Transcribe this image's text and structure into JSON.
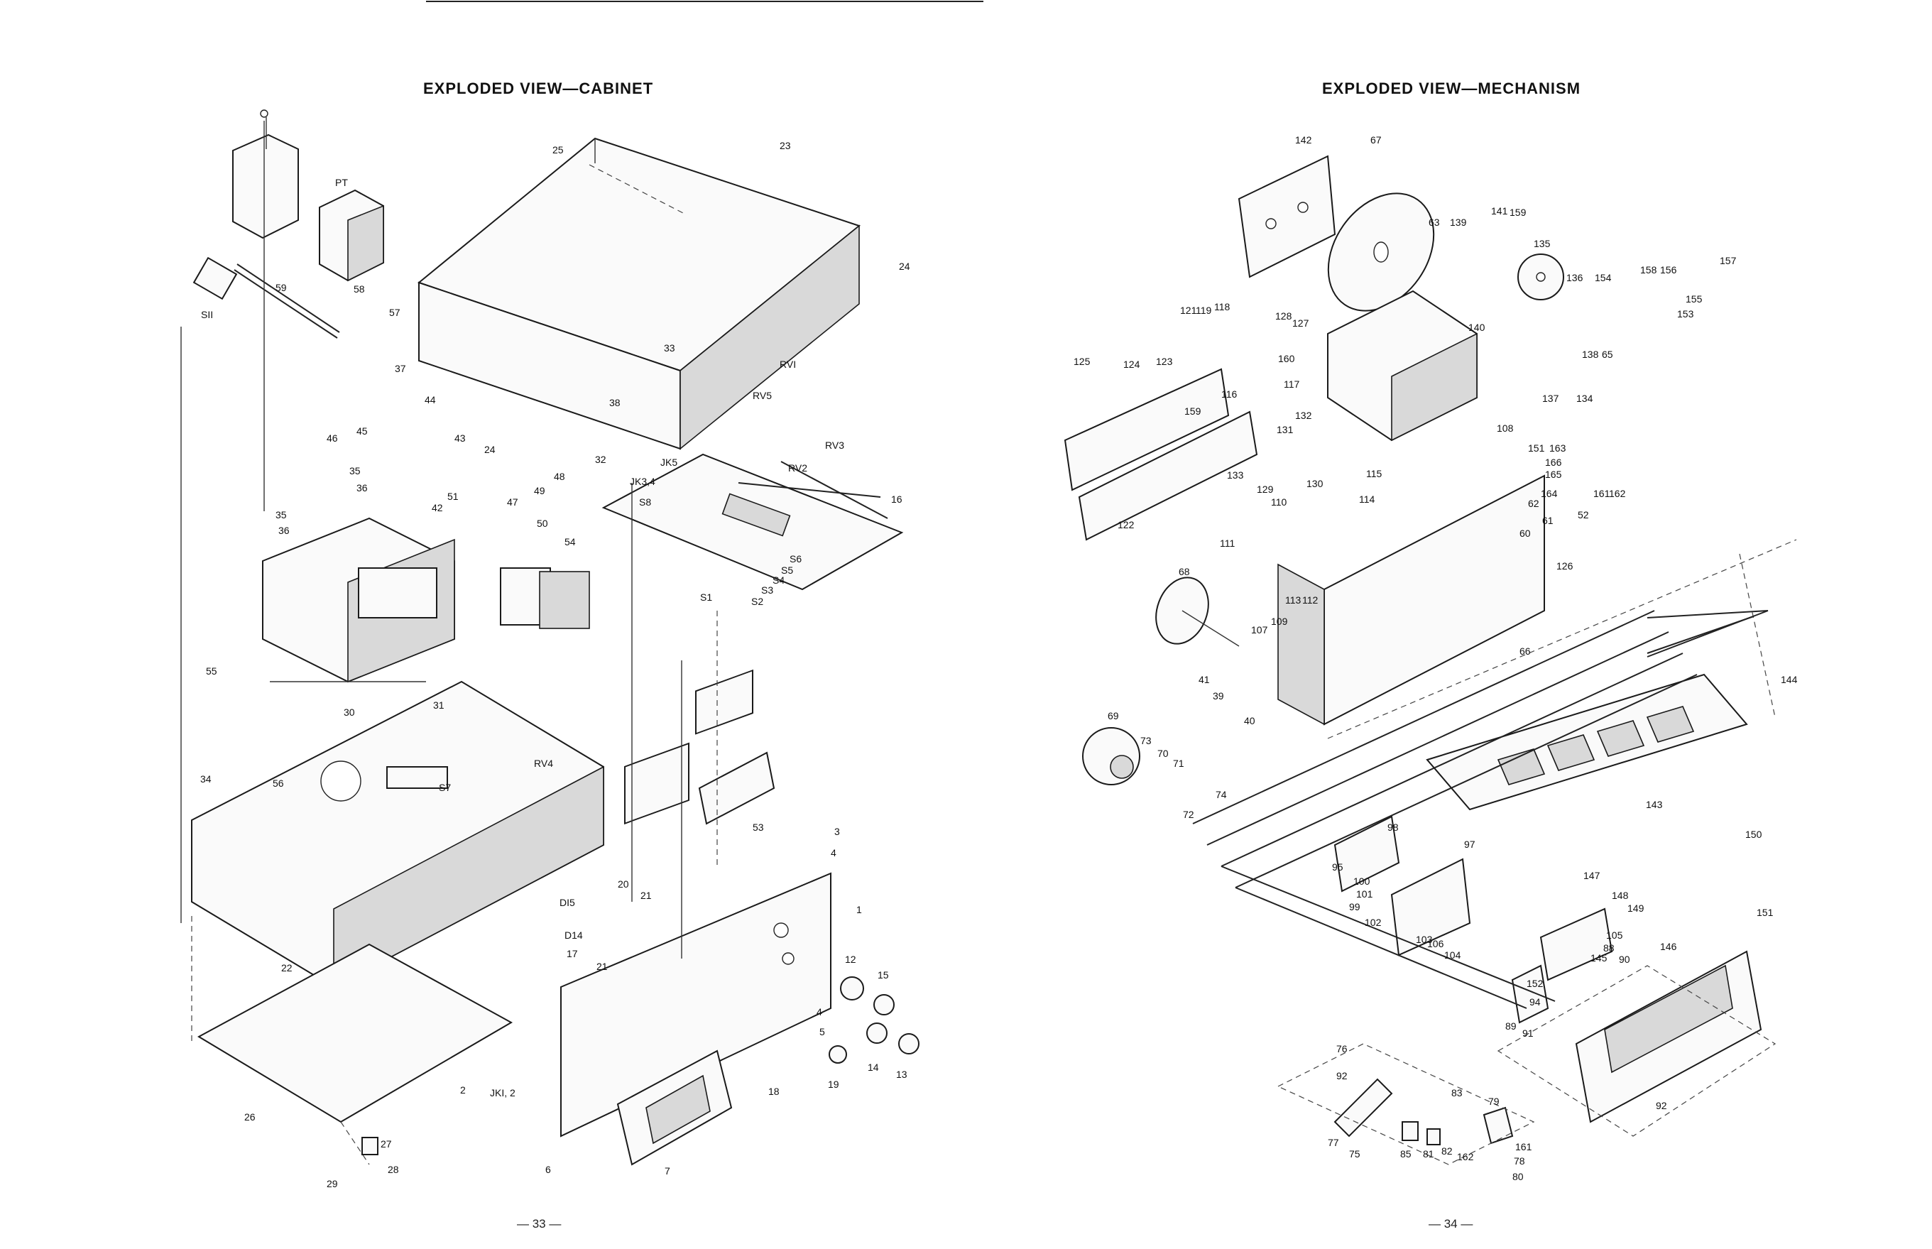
{
  "left_page": {
    "title": "EXPLODED VIEW—CABINET",
    "page_number": "— 33 —",
    "labels": [
      "PT",
      "SII",
      "59",
      "58",
      "57",
      "25",
      "23",
      "24",
      "33",
      "RVI",
      "RV5",
      "38",
      "37",
      "44",
      "43",
      "45",
      "46",
      "35",
      "36",
      "24",
      "48",
      "51",
      "49",
      "47",
      "50",
      "42",
      "JK5",
      "JK3,4",
      "S8",
      "32",
      "RV3",
      "RV2",
      "16",
      "S1",
      "S2",
      "S3",
      "S4",
      "S5",
      "S6",
      "35",
      "36",
      "54",
      "55",
      "30",
      "31",
      "RV4",
      "S7",
      "34",
      "56",
      "53",
      "3",
      "4",
      "20",
      "21",
      "DI5",
      "1",
      "D14",
      "17",
      "21",
      "12",
      "15",
      "22",
      "4",
      "5",
      "14",
      "13",
      "19",
      "18",
      "2",
      "JKI, 2",
      "26",
      "27",
      "28",
      "29",
      "6",
      "7"
    ]
  },
  "right_page": {
    "title": "EXPLODED VIEW—MECHANISM",
    "page_number": "— 34 —",
    "labels": [
      "142",
      "67",
      "63",
      "139",
      "141",
      "159",
      "135",
      "136",
      "154",
      "158",
      "156",
      "157",
      "155",
      "153",
      "121",
      "119",
      "118",
      "128",
      "127",
      "140",
      "160",
      "117",
      "125",
      "124",
      "123",
      "116",
      "138",
      "65",
      "137",
      "134",
      "159",
      "131",
      "132",
      "130",
      "108",
      "133",
      "111",
      "129",
      "110",
      "115",
      "122",
      "114",
      "151",
      "163",
      "166",
      "165",
      "164",
      "161",
      "162",
      "62",
      "61",
      "60",
      "52",
      "126",
      "68",
      "113",
      "112",
      "107",
      "109",
      "66",
      "144",
      "41",
      "39",
      "40",
      "143",
      "69",
      "73",
      "70",
      "71",
      "72",
      "74",
      "98",
      "97",
      "95",
      "100",
      "101",
      "99",
      "102",
      "103",
      "104",
      "106",
      "145",
      "146",
      "147",
      "148",
      "149",
      "105",
      "88",
      "90",
      "92",
      "150",
      "151",
      "152",
      "94",
      "89",
      "91",
      "92",
      "76",
      "77",
      "75",
      "85",
      "81",
      "82",
      "162",
      "83",
      "79",
      "161",
      "80",
      "78"
    ]
  }
}
